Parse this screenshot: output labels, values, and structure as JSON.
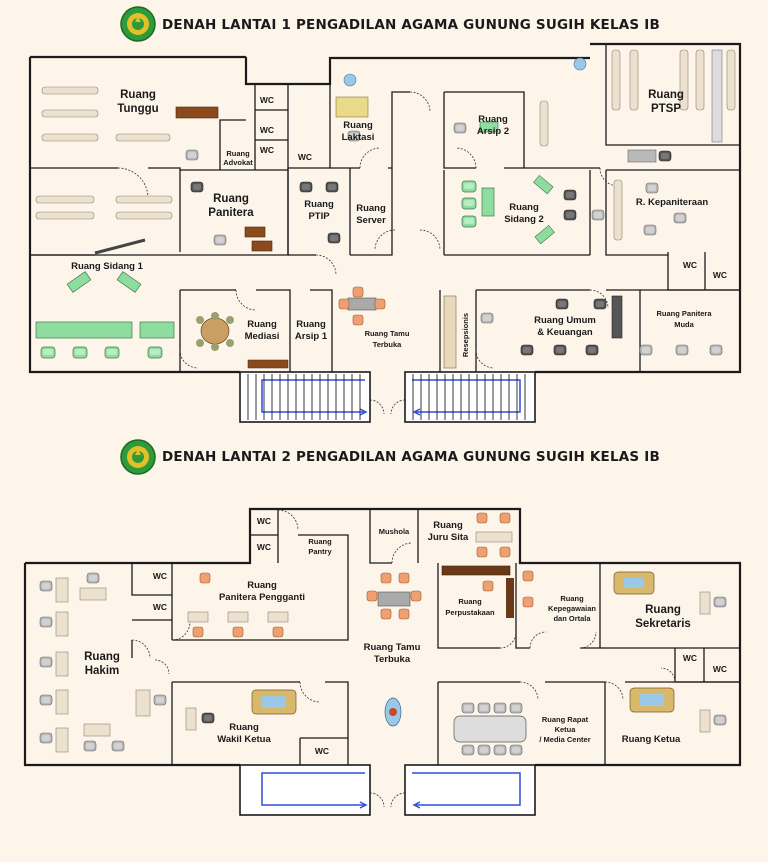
{
  "titles": {
    "floor1": "DENAH LANTAI 1 PENGADILAN AGAMA GUNUNG SUGIH KELAS IB",
    "floor2": "DENAH LANTAI 2 PENGADILAN AGAMA GUNUNG SUGIH KELAS IB"
  },
  "floor1": {
    "ruang_tunggu": [
      "Ruang",
      "Tunggu"
    ],
    "ruang_advokat": [
      "Ruang",
      "Advokat"
    ],
    "wc": "WC",
    "ruang_laktasi": [
      "Ruang",
      "Laktasi"
    ],
    "ruang_arsip2": [
      "Ruang",
      "Arsip 2"
    ],
    "ruang_ptsp": [
      "Ruang",
      "PTSP"
    ],
    "ruang_panitera": [
      "Ruang",
      "Panitera"
    ],
    "ruang_ptip": [
      "Ruang",
      "PTIP"
    ],
    "ruang_server": [
      "Ruang",
      "Server"
    ],
    "ruang_sidang2": [
      "Ruang",
      "Sidang 2"
    ],
    "r_kepaniteraan": "R. Kepaniteraan",
    "ruang_sidang1": "Ruang Sidang 1",
    "ruang_mediasi": [
      "Ruang",
      "Mediasi"
    ],
    "ruang_arsip1": [
      "Ruang",
      "Arsip 1"
    ],
    "ruang_tamu": [
      "Ruang Tamu",
      "Terbuka"
    ],
    "resepsionis": "Resepsionis",
    "ruang_umum": [
      "Ruang Umum",
      "& Keuangan"
    ],
    "ruang_panitera_muda": [
      "Ruang Panitera",
      "Muda"
    ]
  },
  "floor2": {
    "wc": "WC",
    "ruang_pantry": [
      "Ruang",
      "Pantry"
    ],
    "mushola": "Mushola",
    "ruang_juru_sita": [
      "Ruang",
      "Juru Sita"
    ],
    "ruang_hakim": [
      "Ruang",
      "Hakim"
    ],
    "ruang_panitera_pengganti": [
      "Ruang",
      "Panitera Pengganti"
    ],
    "ruang_tamu": [
      "Ruang Tamu",
      "Terbuka"
    ],
    "ruang_perpustakaan": [
      "Ruang",
      "Perpustakaan"
    ],
    "ruang_kepegawaian": [
      "Ruang",
      "Kepegawaian",
      "dan Ortala"
    ],
    "ruang_sekretaris": [
      "Ruang",
      "Sekretaris"
    ],
    "ruang_wakil_ketua": [
      "Ruang",
      "Wakil Ketua"
    ],
    "ruang_rapat": [
      "Ruang Rapat",
      "Ketua",
      "/ Media Center"
    ],
    "ruang_ketua": "Ruang Ketua"
  },
  "colors": {
    "background": "#fdf5ea",
    "wall": "#1b1b1b",
    "chair_green": "#8fdca0",
    "chair_grey": "#b9b9b9",
    "chair_beige": "#ece1cf",
    "table_brown": "#8a4a1c",
    "stair_arrow": "#2f4fd8",
    "logo_green": "#2f9a3a",
    "logo_gold": "#e3c02a"
  },
  "icons": [
    "court-logo-icon"
  ]
}
